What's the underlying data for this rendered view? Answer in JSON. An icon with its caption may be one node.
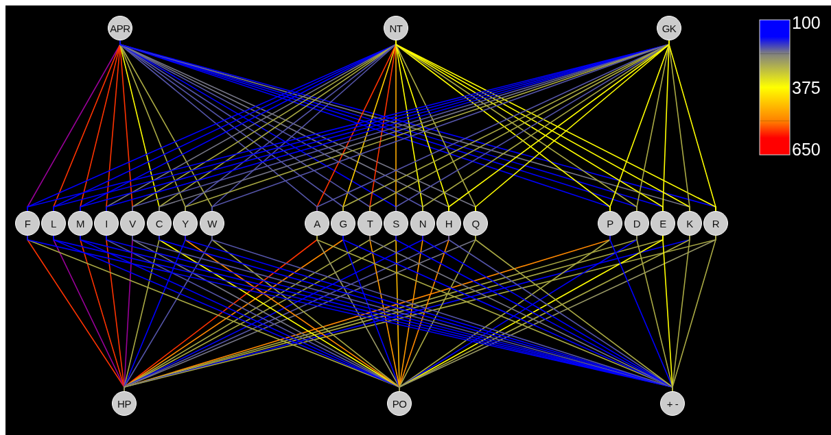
{
  "diagram": {
    "nodes": [
      {
        "text": [
          "APR"
        ]
      },
      {
        "text": [
          "NT"
        ]
      },
      {
        "text": [
          "GK"
        ]
      },
      {
        "text": [
          "F"
        ]
      },
      {
        "text": [
          "L"
        ]
      },
      {
        "text": [
          "M"
        ]
      },
      {
        "text": [
          "I"
        ]
      },
      {
        "text": [
          "V"
        ]
      },
      {
        "text": [
          "C"
        ]
      },
      {
        "text": [
          "Y"
        ]
      },
      {
        "text": [
          "W"
        ]
      },
      {
        "text": [
          "A"
        ]
      },
      {
        "text": [
          "G"
        ]
      },
      {
        "text": [
          "T"
        ]
      },
      {
        "text": [
          "S"
        ]
      },
      {
        "text": [
          "N"
        ]
      },
      {
        "text": [
          "H"
        ]
      },
      {
        "text": [
          "Q"
        ]
      },
      {
        "text": [
          "P"
        ]
      },
      {
        "text": [
          "D"
        ]
      },
      {
        "text": [
          "E"
        ]
      },
      {
        "text": [
          "K"
        ]
      },
      {
        "text": [
          "R"
        ]
      },
      {
        "text": [
          "HP"
        ]
      },
      {
        "text": [
          "PO"
        ]
      },
      {
        "text": [
          "+ -"
        ]
      }
    ],
    "edges": [
      {
        "from": 0,
        "to": 3,
        "arrow": "none",
        "color": "#990099"
      },
      {
        "from": 0,
        "to": 4,
        "arrow": "none",
        "color": "#ff3300"
      },
      {
        "from": 0,
        "to": 5,
        "arrow": "none",
        "color": "#ff3300"
      },
      {
        "from": 0,
        "to": 6,
        "arrow": "none",
        "color": "#ff3300"
      },
      {
        "from": 0,
        "to": 7,
        "arrow": "none",
        "color": "#ff3300"
      },
      {
        "from": 0,
        "to": 8,
        "arrow": "none",
        "color": "#ffff00"
      },
      {
        "from": 0,
        "to": 9,
        "arrow": "none",
        "color": "#aaaa44"
      },
      {
        "from": 0,
        "to": 10,
        "arrow": "none",
        "color": "#aaaa44"
      },
      {
        "from": 0,
        "to": 11,
        "arrow": "none",
        "color": "#5555aa"
      },
      {
        "from": 0,
        "to": 12,
        "arrow": "none",
        "color": "#5555aa"
      },
      {
        "from": 0,
        "to": 13,
        "arrow": "none",
        "color": "#5555aa"
      },
      {
        "from": 0,
        "to": 14,
        "arrow": "none",
        "color": "#0000ff"
      },
      {
        "from": 0,
        "to": 15,
        "arrow": "none",
        "color": "#5555aa"
      },
      {
        "from": 0,
        "to": 16,
        "arrow": "none",
        "color": "#777788"
      },
      {
        "from": 0,
        "to": 17,
        "arrow": "none",
        "color": "#777788"
      },
      {
        "from": 0,
        "to": 18,
        "arrow": "none",
        "color": "#0000ff"
      },
      {
        "from": 0,
        "to": 19,
        "arrow": "none",
        "color": "#0000ff"
      },
      {
        "from": 0,
        "to": 20,
        "arrow": "none",
        "color": "#0000ff"
      },
      {
        "from": 0,
        "to": 21,
        "arrow": "none",
        "color": "#777788"
      },
      {
        "from": 0,
        "to": 22,
        "arrow": "none",
        "color": "#0000ff"
      },
      {
        "from": 1,
        "to": 3,
        "arrow": "none",
        "color": "#0000ff"
      },
      {
        "from": 1,
        "to": 4,
        "arrow": "none",
        "color": "#0000ff"
      },
      {
        "from": 1,
        "to": 5,
        "arrow": "none",
        "color": "#0000ff"
      },
      {
        "from": 1,
        "to": 6,
        "arrow": "none",
        "color": "#777788"
      },
      {
        "from": 1,
        "to": 7,
        "arrow": "none",
        "color": "#aaaa44"
      },
      {
        "from": 1,
        "to": 8,
        "arrow": "none",
        "color": "#aaaa44"
      },
      {
        "from": 1,
        "to": 9,
        "arrow": "none",
        "color": "#5555aa"
      },
      {
        "from": 1,
        "to": 10,
        "arrow": "none",
        "color": "#5555aa"
      },
      {
        "from": 1,
        "to": 11,
        "arrow": "none",
        "color": "#ff3300"
      },
      {
        "from": 1,
        "to": 12,
        "arrow": "none",
        "color": "#ffcc00"
      },
      {
        "from": 1,
        "to": 13,
        "arrow": "none",
        "color": "#ff3300"
      },
      {
        "from": 1,
        "to": 14,
        "arrow": "none",
        "color": "#ffaa00"
      },
      {
        "from": 1,
        "to": 15,
        "arrow": "none",
        "color": "#ffff00"
      },
      {
        "from": 1,
        "to": 16,
        "arrow": "none",
        "color": "#ffff00"
      },
      {
        "from": 1,
        "to": 17,
        "arrow": "none",
        "color": "#aaaa44"
      },
      {
        "from": 1,
        "to": 18,
        "arrow": "none",
        "color": "#ffff00"
      },
      {
        "from": 1,
        "to": 19,
        "arrow": "none",
        "color": "#aaaa44"
      },
      {
        "from": 1,
        "to": 20,
        "arrow": "none",
        "color": "#ffff00"
      },
      {
        "from": 1,
        "to": 21,
        "arrow": "none",
        "color": "#ffff00"
      },
      {
        "from": 1,
        "to": 22,
        "arrow": "none",
        "color": "#ffff00"
      },
      {
        "from": 2,
        "to": 3,
        "arrow": "none",
        "color": "#0000ff"
      },
      {
        "from": 2,
        "to": 4,
        "arrow": "none",
        "color": "#0000ff"
      },
      {
        "from": 2,
        "to": 5,
        "arrow": "none",
        "color": "#0000ff"
      },
      {
        "from": 2,
        "to": 6,
        "arrow": "none",
        "color": "#0000ff"
      },
      {
        "from": 2,
        "to": 7,
        "arrow": "none",
        "color": "#5555aa"
      },
      {
        "from": 2,
        "to": 8,
        "arrow": "none",
        "color": "#777788"
      },
      {
        "from": 2,
        "to": 9,
        "arrow": "none",
        "color": "#aaaa44"
      },
      {
        "from": 2,
        "to": 10,
        "arrow": "none",
        "color": "#5555aa"
      },
      {
        "from": 2,
        "to": 11,
        "arrow": "none",
        "color": "#5555aa"
      },
      {
        "from": 2,
        "to": 12,
        "arrow": "none",
        "color": "#aaaa44"
      },
      {
        "from": 2,
        "to": 13,
        "arrow": "none",
        "color": "#aaaa44"
      },
      {
        "from": 2,
        "to": 14,
        "arrow": "none",
        "color": "#5555aa"
      },
      {
        "from": 2,
        "to": 15,
        "arrow": "none",
        "color": "#aaaa44"
      },
      {
        "from": 2,
        "to": 16,
        "arrow": "none",
        "color": "#ffff00"
      },
      {
        "from": 2,
        "to": 17,
        "arrow": "none",
        "color": "#ffff00"
      },
      {
        "from": 2,
        "to": 18,
        "arrow": "none",
        "color": "#ffff00"
      },
      {
        "from": 2,
        "to": 19,
        "arrow": "none",
        "color": "#aaaa44"
      },
      {
        "from": 2,
        "to": 20,
        "arrow": "none",
        "color": "#ffff00"
      },
      {
        "from": 2,
        "to": 21,
        "arrow": "none",
        "color": "#aaaa44"
      },
      {
        "from": 2,
        "to": 22,
        "arrow": "none",
        "color": "#ffff00"
      },
      {
        "from": 3,
        "to": 23,
        "arrow": "none",
        "color": "#ff3300"
      },
      {
        "from": 4,
        "to": 23,
        "arrow": "none",
        "color": "#990099"
      },
      {
        "from": 5,
        "to": 23,
        "arrow": "none",
        "color": "#ff3300"
      },
      {
        "from": 6,
        "to": 23,
        "arrow": "none",
        "color": "#ff3300"
      },
      {
        "from": 7,
        "to": 23,
        "arrow": "none",
        "color": "#990099"
      },
      {
        "from": 8,
        "to": 23,
        "arrow": "none",
        "color": "#aaaa44"
      },
      {
        "from": 9,
        "to": 23,
        "arrow": "none",
        "color": "#0000ff"
      },
      {
        "from": 10,
        "to": 23,
        "arrow": "none",
        "color": "#5555aa"
      },
      {
        "from": 11,
        "to": 23,
        "arrow": "none",
        "color": "#ff3300"
      },
      {
        "from": 12,
        "to": 23,
        "arrow": "none",
        "color": "#ff8800"
      },
      {
        "from": 13,
        "to": 23,
        "arrow": "none",
        "color": "#aaaa44"
      },
      {
        "from": 14,
        "to": 23,
        "arrow": "none",
        "color": "#aaaa44"
      },
      {
        "from": 15,
        "to": 23,
        "arrow": "none",
        "color": "#0000ff"
      },
      {
        "from": 16,
        "to": 23,
        "arrow": "none",
        "color": "#5555aa"
      },
      {
        "from": 17,
        "to": 23,
        "arrow": "none",
        "color": "#777788"
      },
      {
        "from": 18,
        "to": 23,
        "arrow": "none",
        "color": "#ff8800"
      },
      {
        "from": 19,
        "to": 23,
        "arrow": "none",
        "color": "#aaaa44"
      },
      {
        "from": 20,
        "to": 23,
        "arrow": "none",
        "color": "#aaaa44"
      },
      {
        "from": 21,
        "to": 23,
        "arrow": "none",
        "color": "#0000ff"
      },
      {
        "from": 22,
        "to": 23,
        "arrow": "none",
        "color": "#aaaa44"
      },
      {
        "from": 3,
        "to": 24,
        "arrow": "none",
        "color": "#aaaa44"
      },
      {
        "from": 4,
        "to": 24,
        "arrow": "none",
        "color": "#0000ff"
      },
      {
        "from": 5,
        "to": 24,
        "arrow": "none",
        "color": "#0000ff"
      },
      {
        "from": 6,
        "to": 24,
        "arrow": "none",
        "color": "#5555aa"
      },
      {
        "from": 7,
        "to": 24,
        "arrow": "none",
        "color": "#777788"
      },
      {
        "from": 8,
        "to": 24,
        "arrow": "none",
        "color": "#ffff00"
      },
      {
        "from": 9,
        "to": 24,
        "arrow": "none",
        "color": "#ff8800"
      },
      {
        "from": 10,
        "to": 24,
        "arrow": "none",
        "color": "#aaaa44"
      },
      {
        "from": 11,
        "to": 24,
        "arrow": "none",
        "color": "#999966"
      },
      {
        "from": 12,
        "to": 24,
        "arrow": "none",
        "color": "#0000ff"
      },
      {
        "from": 13,
        "to": 24,
        "arrow": "none",
        "color": "#ff9900"
      },
      {
        "from": 14,
        "to": 24,
        "arrow": "none",
        "color": "#ffbb00"
      },
      {
        "from": 15,
        "to": 24,
        "arrow": "none",
        "color": "#ff9900"
      },
      {
        "from": 16,
        "to": 24,
        "arrow": "none",
        "color": "#ff8800"
      },
      {
        "from": 17,
        "to": 24,
        "arrow": "none",
        "color": "#aaaa44"
      },
      {
        "from": 18,
        "to": 24,
        "arrow": "none",
        "color": "#aaaa44"
      },
      {
        "from": 19,
        "to": 24,
        "arrow": "none",
        "color": "#0000ff"
      },
      {
        "from": 20,
        "to": 24,
        "arrow": "none",
        "color": "#ffff00"
      },
      {
        "from": 21,
        "to": 24,
        "arrow": "none",
        "color": "#aaaa44"
      },
      {
        "from": 22,
        "to": 24,
        "arrow": "none",
        "color": "#999966"
      },
      {
        "from": 3,
        "to": 25,
        "arrow": "none",
        "color": "#0000ff"
      },
      {
        "from": 4,
        "to": 25,
        "arrow": "none",
        "color": "#0000ff"
      },
      {
        "from": 5,
        "to": 25,
        "arrow": "none",
        "color": "#0000ff"
      },
      {
        "from": 6,
        "to": 25,
        "arrow": "none",
        "color": "#0000ff"
      },
      {
        "from": 7,
        "to": 25,
        "arrow": "none",
        "color": "#5555aa"
      },
      {
        "from": 8,
        "to": 25,
        "arrow": "none",
        "color": "#0000ff"
      },
      {
        "from": 9,
        "to": 25,
        "arrow": "none",
        "color": "#0000ff"
      },
      {
        "from": 10,
        "to": 25,
        "arrow": "none",
        "color": "#5555aa"
      },
      {
        "from": 11,
        "to": 25,
        "arrow": "none",
        "color": "#aaaa44"
      },
      {
        "from": 12,
        "to": 25,
        "arrow": "none",
        "color": "#0000ff"
      },
      {
        "from": 13,
        "to": 25,
        "arrow": "none",
        "color": "#777788"
      },
      {
        "from": 14,
        "to": 25,
        "arrow": "none",
        "color": "#0000ff"
      },
      {
        "from": 15,
        "to": 25,
        "arrow": "none",
        "color": "#0000ff"
      },
      {
        "from": 16,
        "to": 25,
        "arrow": "none",
        "color": "#5555aa"
      },
      {
        "from": 17,
        "to": 25,
        "arrow": "none",
        "color": "#aaaa44"
      },
      {
        "from": 18,
        "to": 25,
        "arrow": "none",
        "color": "#0000ff"
      },
      {
        "from": 19,
        "to": 25,
        "arrow": "none",
        "color": "#aaaa44"
      },
      {
        "from": 20,
        "to": 25,
        "arrow": "none",
        "color": "#ffff00"
      },
      {
        "from": 21,
        "to": 25,
        "arrow": "none",
        "color": "#aaaa44"
      },
      {
        "from": 22,
        "to": 25,
        "arrow": "none",
        "color": "#aaaa44"
      }
    ],
    "legend": [
      {
        "text": "100",
        "color": "#0000ff"
      },
      {
        "text": "375",
        "color": "#ffff00"
      },
      {
        "text": "650",
        "color": "#ff0000"
      }
    ]
  }
}
